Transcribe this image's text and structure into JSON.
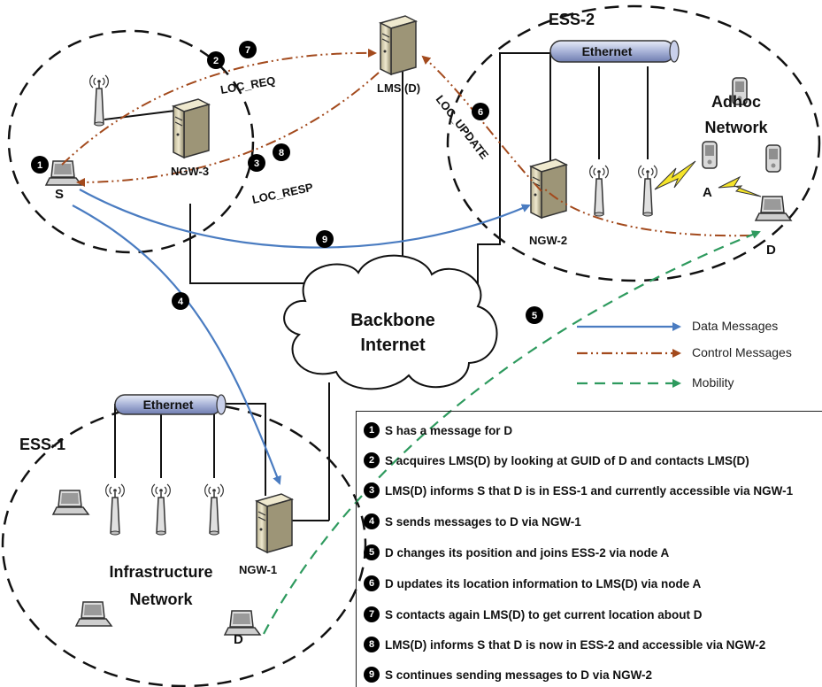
{
  "regions": {
    "ess1": "ESS-1",
    "ess2": "ESS-2",
    "infrastructure_line1": "Infrastructure",
    "infrastructure_line2": "Network",
    "adhoc_line1": "Adhoc",
    "adhoc_line2": "Network",
    "backbone_line1": "Backbone",
    "backbone_line2": "Internet"
  },
  "nodes": {
    "lms": "LMS (D)",
    "ngw1": "NGW-1",
    "ngw2": "NGW-2",
    "ngw3": "NGW-3",
    "s": "S",
    "d_old": "D",
    "d_new": "D",
    "a": "A",
    "ethernet_top": "Ethernet",
    "ethernet_bottom": "Ethernet"
  },
  "message_labels": {
    "loc_req": "LOC_REQ",
    "loc_resp": "LOC_RESP",
    "loc_update": "LOC_UPDATE"
  },
  "markers": [
    "1",
    "2",
    "7",
    "3",
    "8",
    "6",
    "9",
    "4",
    "5"
  ],
  "legend": [
    {
      "label": "Data Messages",
      "color": "#4a7cc1"
    },
    {
      "label": "Control Messages",
      "color": "#a34a1d"
    },
    {
      "label": "Mobility",
      "color": "#2e9a5e"
    }
  ],
  "steps": [
    {
      "num": "1",
      "text": "S has a message for D"
    },
    {
      "num": "2",
      "text": "S acquires LMS(D) by looking at GUID of D and contacts LMS(D)"
    },
    {
      "num": "3",
      "text": "LMS(D) informs S that D is in ESS-1 and currently accessible via NGW-1"
    },
    {
      "num": "4",
      "text": "S sends messages to D via NGW-1"
    },
    {
      "num": "5",
      "text": "D changes its position and joins ESS-2 via node A"
    },
    {
      "num": "6",
      "text": "D updates its location information to LMS(D) via node A"
    },
    {
      "num": "7",
      "text": "S contacts again LMS(D) to get current location about D"
    },
    {
      "num": "8",
      "text": "LMS(D) informs S that D is now in ESS-2 and accessible via NGW-2"
    },
    {
      "num": "9",
      "text": "S continues sending messages to D via NGW-2"
    }
  ]
}
